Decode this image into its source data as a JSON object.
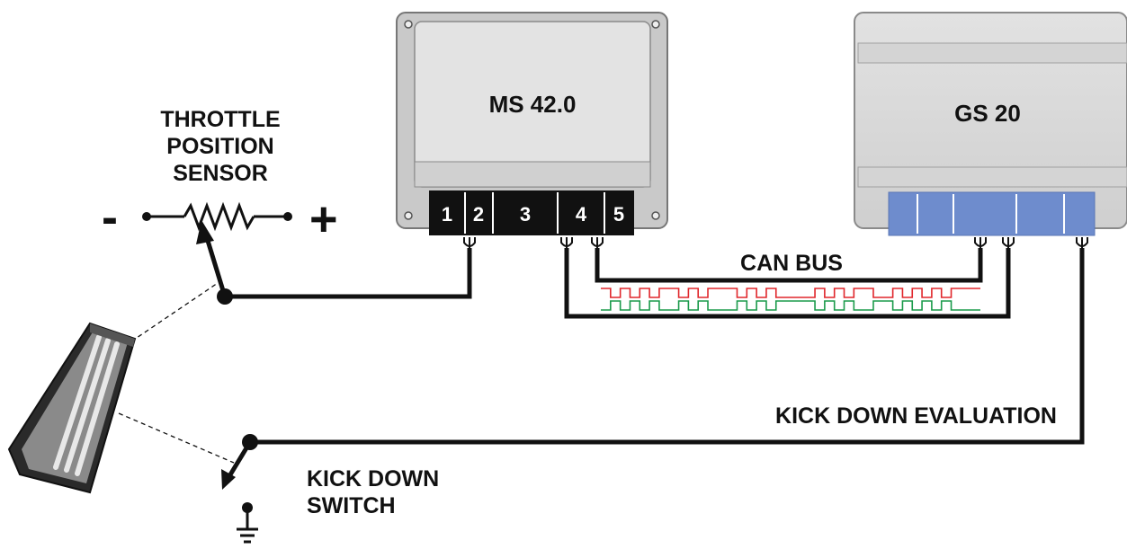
{
  "tps": {
    "label_lines": [
      "THROTTLE",
      "POSITION",
      "SENSOR"
    ],
    "minus": "-",
    "plus": "+"
  },
  "ms": {
    "label": "MS 42.0",
    "pins": [
      "1",
      "2",
      "3",
      "4",
      "5"
    ]
  },
  "gs": {
    "label": "GS 20"
  },
  "can_label": "CAN BUS",
  "kickdown_eval_label": "KICK DOWN EVALUATION",
  "kickdown_switch_lines": [
    "KICK DOWN",
    "SWITCH"
  ],
  "colors": {
    "can_high": "#e0262b",
    "can_low": "#1a9a4a",
    "gs_connector": "#6e8ccd",
    "module_fill": "#d7d7d7",
    "wire": "#111111"
  }
}
